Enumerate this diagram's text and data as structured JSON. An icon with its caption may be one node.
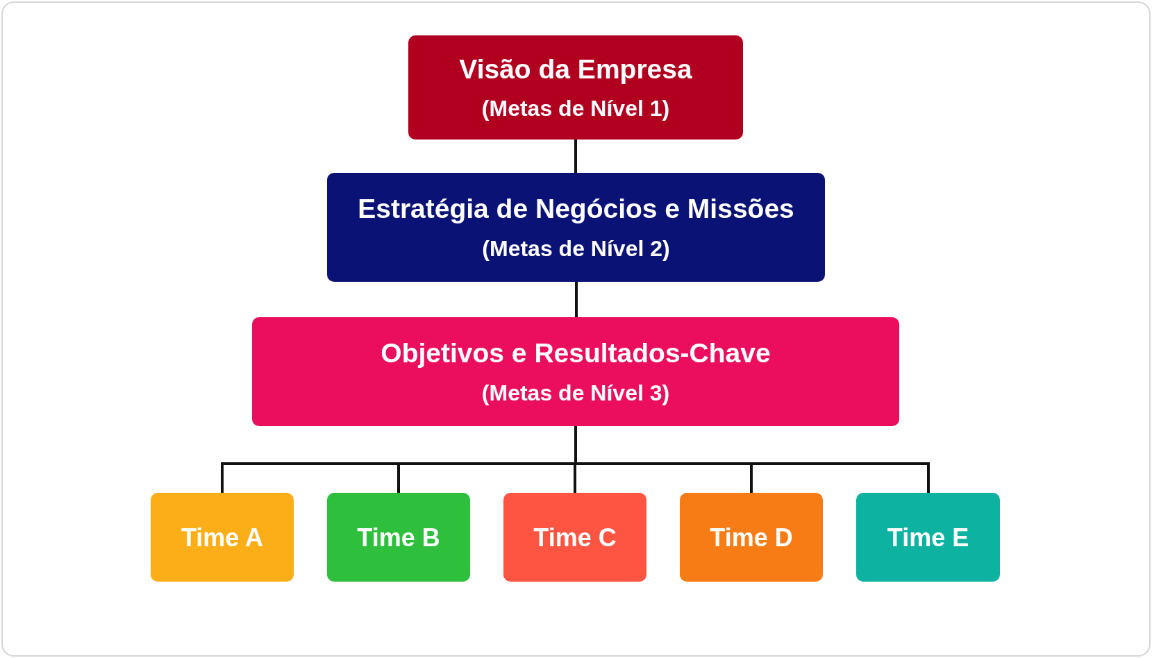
{
  "diagram": {
    "nodes": [
      {
        "text": [
          "Visão da Empresa",
          "(Metas de Nível 1)"
        ]
      },
      {
        "text": [
          "Estratégia de Negócios e Missões",
          "(Metas de Nível 2)"
        ]
      },
      {
        "text": [
          "Objetivos e Resultados-Chave",
          "(Metas de Nível 3)"
        ]
      },
      {
        "text": [
          "Time A"
        ]
      },
      {
        "text": [
          "Time B"
        ]
      },
      {
        "text": [
          "Time C"
        ]
      },
      {
        "text": [
          "Time D"
        ]
      },
      {
        "text": [
          "Time E"
        ]
      }
    ],
    "edges": [
      {
        "from": 0,
        "to": 1,
        "arrow": "none"
      },
      {
        "from": 1,
        "to": 2,
        "arrow": "none"
      },
      {
        "from": 2,
        "to": 3,
        "arrow": "none"
      },
      {
        "from": 2,
        "to": 4,
        "arrow": "none"
      },
      {
        "from": 2,
        "to": 5,
        "arrow": "none"
      },
      {
        "from": 2,
        "to": 6,
        "arrow": "none"
      },
      {
        "from": 2,
        "to": 7,
        "arrow": "none"
      }
    ]
  }
}
